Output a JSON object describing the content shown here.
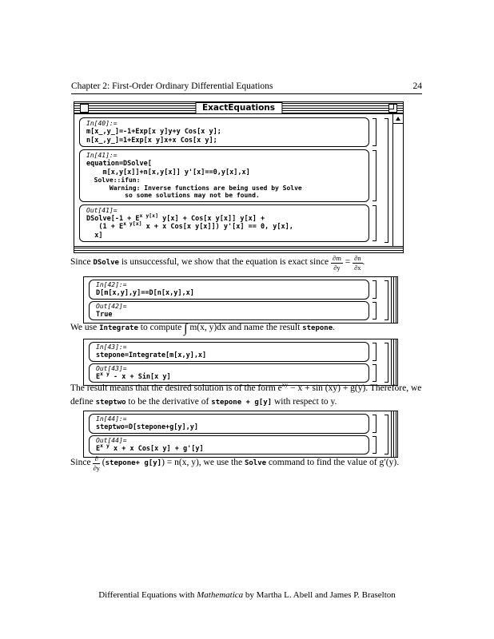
{
  "header": {
    "chapter": "Chapter 2: First-Order Ordinary Differential Equations",
    "page_number": "24"
  },
  "main_window": {
    "title": "ExactEquations",
    "in40": {
      "label": "In[40]:=",
      "line1": "m[x_,y_]=-1+Exp[x y]y+y Cos[x y];",
      "line2": "n[x_,y_]=1+Exp[x y]x+x Cos[x y];"
    },
    "in41": {
      "label": "In[41]:=",
      "line1": "equation=DSolve[",
      "line2": "    m[x,y[x]]+n[x,y[x]] y'[x]==0,y[x],x]",
      "msg1": "  Solve::ifun:",
      "msg2": "      Warning: Inverse functions are being used by Solve",
      "msg3": "          so some solutions may not be found."
    },
    "out41": {
      "label": "Out[41]=",
      "l1a": "DSolve[-1 + E",
      "l1sup": "x y[x]",
      "l1b": " y[x] + Cos[x y[x]] y[x] +",
      "l2a": "   (1 + E",
      "l2sup": "x y[x]",
      "l2b": " x + x Cos[x y[x]]) y'[x] == 0, y[x],",
      "l3": "  x]"
    }
  },
  "para1": {
    "t1": "Since ",
    "code1": "DSolve",
    "t2": " is unsuccessful, we show that the equation is exact since ",
    "f1top": "∂m",
    "f1bot": "∂y",
    "t3": " = ",
    "f2top": "∂n",
    "f2bot": "∂x",
    "t4": "."
  },
  "nb42": {
    "in_label": "In[42]:=",
    "in_code": "D[m[x,y],y]==D[n[x,y],x]",
    "out_label": "Out[42]=",
    "out_value": "True"
  },
  "para2": {
    "t1": "We use ",
    "code1": "Integrate",
    "t2": " to compute ",
    "integral": "∫",
    "t3": " m(x, y)dx and name the result ",
    "code2": "stepone",
    "t4": "."
  },
  "nb43": {
    "in_label": "In[43]:=",
    "in_code": "stepone=Integrate[m[x,y],x]",
    "out_label": "Out[43]=",
    "out_a": "E",
    "out_sup": "x y",
    "out_b": " - x + Sin[x y]"
  },
  "para3": {
    "t1": "The result means that the desired solution is of the form e",
    "sup": "xy",
    "t2": " − x + sin (xy) + g(y). Therefore, we define ",
    "code1": "steptwo",
    "t3": " to be the derivative of ",
    "code2": "stepone + g[y]",
    "t4": " with respect to y."
  },
  "nb44": {
    "in_label": "In[44]:=",
    "in_code": "steptwo=D[stepone+g[y],y]",
    "out_label": "Out[44]=",
    "out_a": "E",
    "out_sup": "x y",
    "out_b": " x + x Cos[x y] + g'[y]"
  },
  "para4": {
    "t1": "Since ",
    "ftop": "∂",
    "fbot": "∂y",
    "t2": " (",
    "code1": "stepone+ g[y]",
    "t3": ") = n(x, y), we use the ",
    "code2": "Solve",
    "t4": " command to find the value of g′(y)."
  },
  "footer": {
    "t1": "Differential Equations with ",
    "em": "Mathematica",
    "t2": " by Martha L. Abell and James P. Braselton"
  }
}
